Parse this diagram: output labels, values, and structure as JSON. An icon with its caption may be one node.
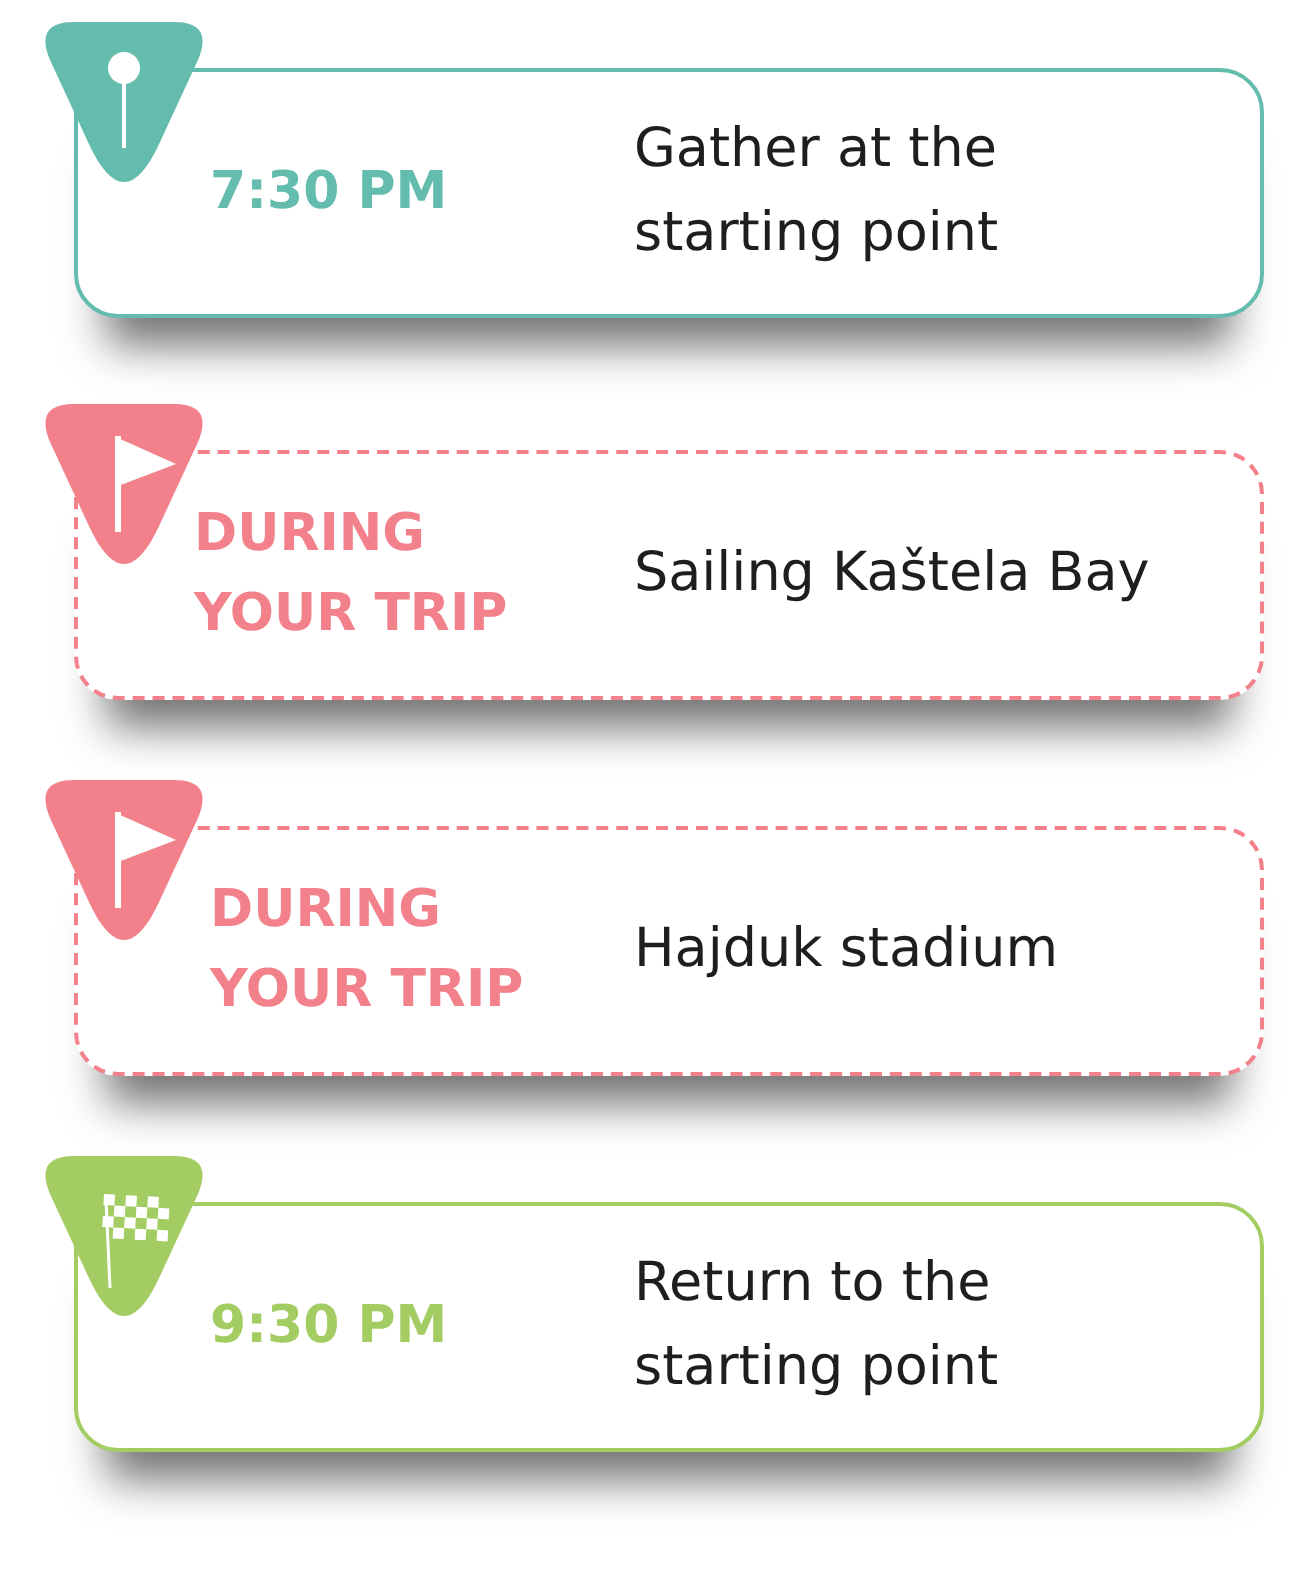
{
  "diagram": {
    "nodes": [
      {
        "text": [
          "7:30 PM",
          "Gather at the starting point"
        ]
      },
      {
        "text": [
          "DURING YOUR TRIP",
          "Sailing Kaštela Bay"
        ]
      },
      {
        "text": [
          "DURING YOUR TRIP",
          "Hajduk stadium"
        ]
      },
      {
        "text": [
          "9:30 PM",
          "Return to the starting point"
        ]
      }
    ]
  }
}
